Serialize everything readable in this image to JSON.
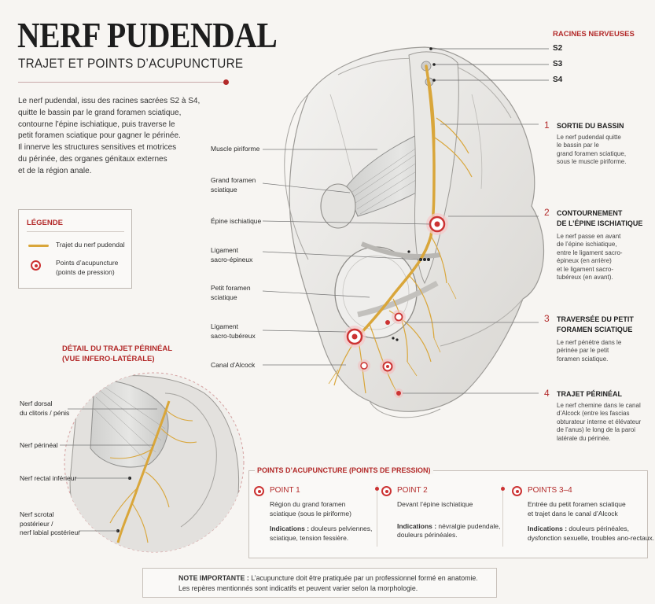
{
  "header": {
    "title": "NERF PUDENDAL",
    "subtitle": "TRAJET ET POINTS D’ACUPUNCTURE"
  },
  "intro": {
    "lines": [
      "Le nerf pudendal, issu des racines sacrées S2 à S4,",
      "quitte le bassin par le grand foramen sciatique,",
      "contourne l’épine ischiatique, puis traverse le",
      "petit foramen sciatique pour gagner le périnée.",
      "Il innerve les structures sensitives et motrices",
      "du périnée, des organes génitaux externes",
      "et de la région anale."
    ]
  },
  "legend": {
    "title": "LÉGENDE",
    "nerve_label": "Trajet du nerf pudendal",
    "point_label_1": "Points d’acupuncture",
    "point_label_2": "(points de pression)"
  },
  "roots": {
    "title": "RACINES NERVEUSES",
    "items": [
      "S2",
      "S3",
      "S4"
    ]
  },
  "anatomy_labels": {
    "piriforme": "Muscle piriforme",
    "grand_foramen": [
      "Grand foramen",
      "sciatique"
    ],
    "epine": "Épine ischiatique",
    "lig_sacro_epineux": [
      "Ligament",
      "sacro-épineux"
    ],
    "petit_foramen": [
      "Petit foramen",
      "sciatique"
    ],
    "lig_sacro_tuberal": [
      "Ligament",
      "sacro-tubéreux"
    ],
    "alcock": "Canal d’Alcock"
  },
  "steps": [
    {
      "num": "1",
      "title": [
        "SORTIE DU BASSIN"
      ],
      "desc": [
        "Le nerf pudendal quitte",
        "le bassin par le",
        "grand foramen sciatique,",
        "sous le muscle piriforme."
      ]
    },
    {
      "num": "2",
      "title": [
        "CONTOURNEMENT",
        "DE L’ÉPINE ISCHIATIQUE"
      ],
      "desc": [
        "Le nerf passe en avant",
        "de l’épine ischiatique,",
        "entre le ligament sacro-",
        "épineux (en arrière)",
        "et le ligament sacro-",
        "tubéreux (en avant)."
      ]
    },
    {
      "num": "3",
      "title": [
        "TRAVERSÉE DU PETIT",
        "FORAMEN SCIATIQUE"
      ],
      "desc": [
        "Le nerf pénètre dans le",
        "périnée par le petit",
        "foramen sciatique."
      ]
    },
    {
      "num": "4",
      "title": [
        "TRAJET PÉRINÉAL"
      ],
      "desc": [
        "Le nerf chemine dans le canal",
        "d’Alcock (entre les fascias",
        "obturateur interne et élévateur",
        "de l’anus) le long de la paroi",
        "latérale du périnée."
      ]
    }
  ],
  "detail": {
    "title": [
      "DÉTAIL DU TRAJET PÉRINÉAL",
      "(VUE INFERO-LATÉRALE)"
    ],
    "labels": {
      "dorsal": [
        "Nerf dorsal",
        "du clitoris / pénis"
      ],
      "perineal": "Nerf périnéal",
      "rectal": "Nerf rectal inférieur",
      "scrotal": [
        "Nerf scrotal",
        "postérieur /",
        "nerf labial postérieur"
      ]
    }
  },
  "points": {
    "title": "POINTS D’ACUPUNCTURE (POINTS DE PRESSION)",
    "items": [
      {
        "name": "POINT 1",
        "desc": [
          "Région du grand foramen",
          "sciatique (sous le piriforme)"
        ],
        "ind_label": "Indications :",
        "ind": [
          " douleurs pelviennes,",
          "sciatique, tension fessière."
        ]
      },
      {
        "name": "POINT 2",
        "desc": [
          "Devant l’épine ischiatique"
        ],
        "ind_label": "Indications :",
        "ind": [
          " névralgie pudendale,",
          "douleurs périnéales."
        ]
      },
      {
        "name": "POINTS 3–4",
        "desc": [
          "Entrée du petit foramen sciatique",
          "et trajet dans le canal d’Alcock"
        ],
        "ind_label": "Indications :",
        "ind": [
          " douleurs périnéales,",
          "dysfonction sexuelle, troubles ano-rectaux."
        ]
      }
    ]
  },
  "note": {
    "bold": "NOTE IMPORTANTE :",
    "line1": " L’acupuncture doit être pratiquée par un professionnel formé en anatomie.",
    "line2": "Les repères mentionnés sont indicatifs et peuvent varier selon la morphologie."
  },
  "colors": {
    "accent": "#b32a2a",
    "nerve": "#d9a63a",
    "bone": "#ececea"
  }
}
